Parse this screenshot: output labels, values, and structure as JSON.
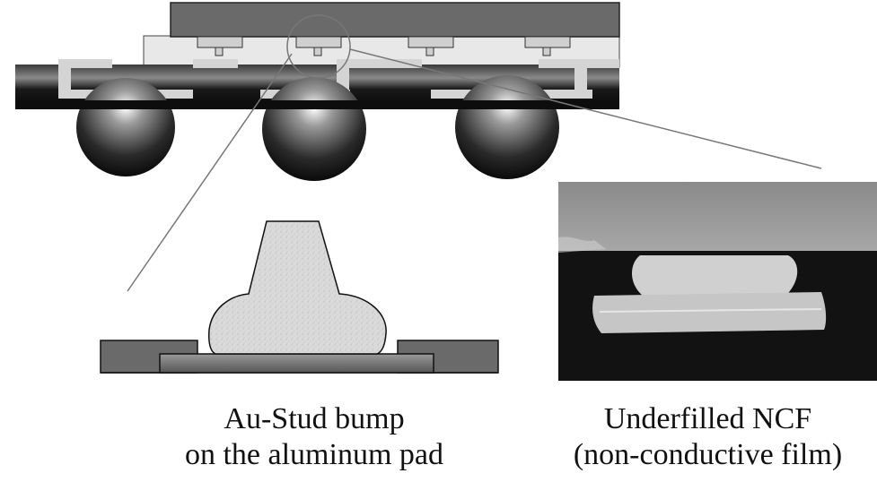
{
  "captions": {
    "left": {
      "line1": "Au-Stud bump",
      "line2": "on the aluminum pad"
    },
    "right": {
      "line1": "Underfilled NCF",
      "line2": "(non-conductive film)"
    }
  },
  "colors": {
    "chip": "#666666",
    "ncf_layer": "#e6e6e6",
    "substrate_dark": "#1a1a1a",
    "trace_light": "#d2d2d2",
    "bump_fill": "#d9d9d9",
    "photo_top": "#9a9a9a",
    "photo_bottom": "#111111"
  },
  "icons": {
    "solder_ball": "sphere-gradient",
    "stud_bump": "au-stud-bump-shape"
  }
}
